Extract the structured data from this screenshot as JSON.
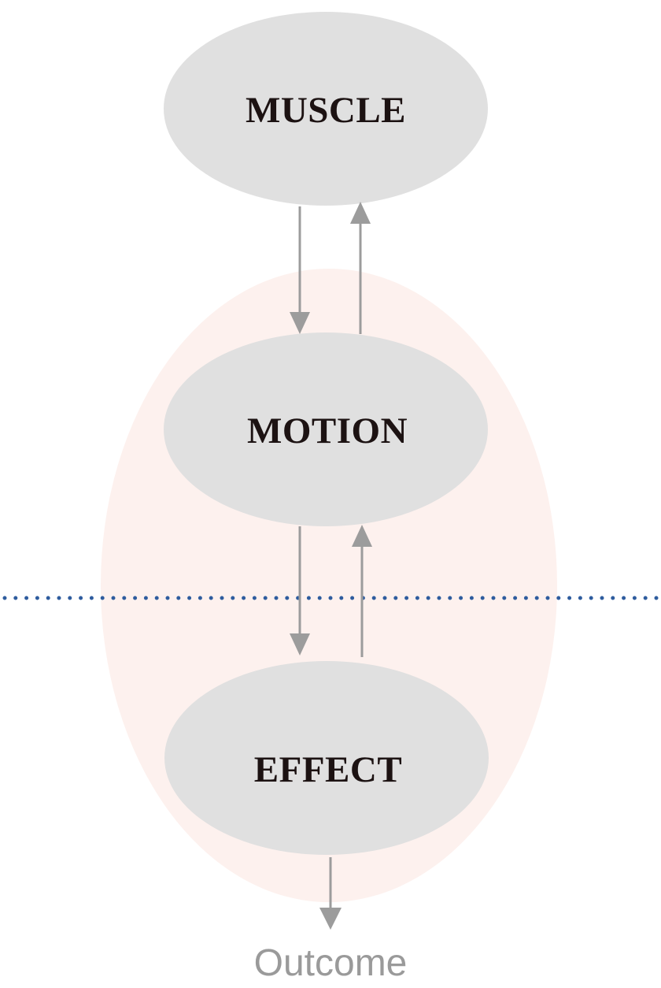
{
  "nodes": {
    "muscle": {
      "label": "MUSCLE"
    },
    "motion": {
      "label": "MOTION"
    },
    "effect": {
      "label": "EFFECT"
    }
  },
  "outcome": {
    "label": "Outcome"
  },
  "colors": {
    "node_fill": "#e0e0e0",
    "node_text": "#1c1212",
    "region_fill": "#fdf1ee",
    "arrow": "#9c9c9c",
    "divider_dots": "#2e5c9e",
    "outcome_text": "#9a9a9a"
  }
}
